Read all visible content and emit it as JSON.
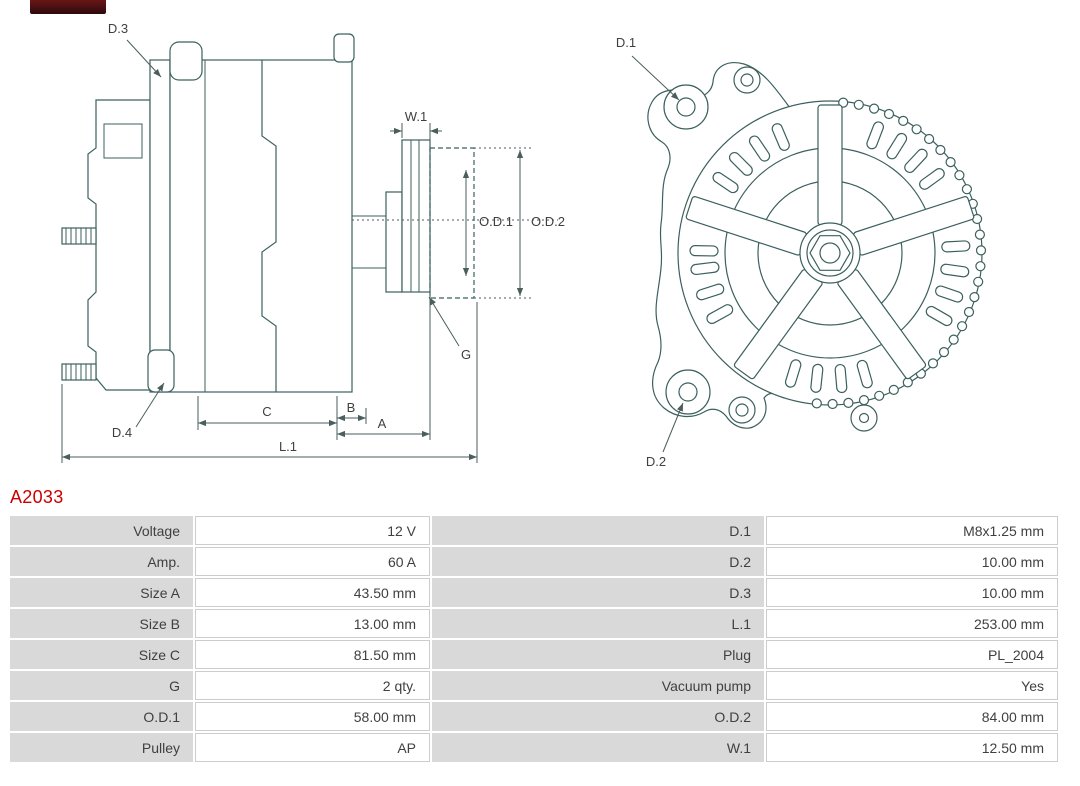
{
  "brand": {
    "bar_color": "#471012"
  },
  "part_number": "A2033",
  "diagram": {
    "line_color": "#3b605e",
    "label_color": "#3f3f3f",
    "labels": {
      "d1": "D.1",
      "d2": "D.2",
      "d3": "D.3",
      "d4": "D.4",
      "w1": "W.1",
      "od1": "O.D.1",
      "od2": "O.D.2",
      "g": "G",
      "a": "A",
      "b": "B",
      "c": "C",
      "l1": "L.1"
    }
  },
  "table": {
    "accent_label_bg": "#d9d9d9",
    "rows": [
      {
        "label_left": "Voltage",
        "value_left": "12 V",
        "label_right": "D.1",
        "value_right": "M8x1.25 mm"
      },
      {
        "label_left": "Amp.",
        "value_left": "60 A",
        "label_right": "D.2",
        "value_right": "10.00 mm"
      },
      {
        "label_left": "Size A",
        "value_left": "43.50 mm",
        "label_right": "D.3",
        "value_right": "10.00 mm"
      },
      {
        "label_left": "Size B",
        "value_left": "13.00 mm",
        "label_right": "L.1",
        "value_right": "253.00 mm"
      },
      {
        "label_left": "Size C",
        "value_left": "81.50 mm",
        "label_right": "Plug",
        "value_right": "PL_2004"
      },
      {
        "label_left": "G",
        "value_left": "2 qty.",
        "label_right": "Vacuum pump",
        "value_right": "Yes"
      },
      {
        "label_left": "O.D.1",
        "value_left": "58.00 mm",
        "label_right": "O.D.2",
        "value_right": "84.00 mm"
      },
      {
        "label_left": "Pulley",
        "value_left": "AP",
        "label_right": "W.1",
        "value_right": "12.50 mm"
      }
    ]
  }
}
